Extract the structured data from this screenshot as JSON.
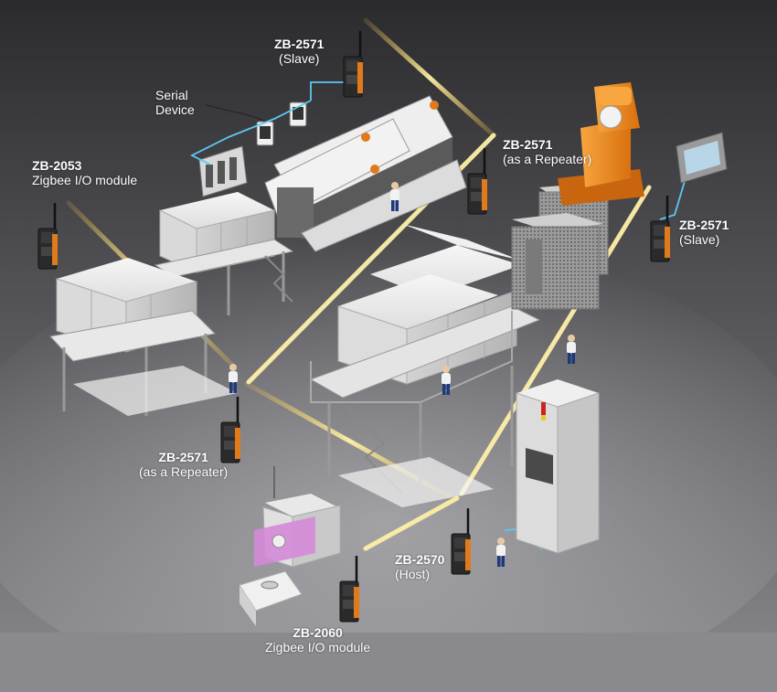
{
  "labels": {
    "zb2571_slave_top": {
      "model": "ZB-2571",
      "role": "(Slave)"
    },
    "serial_device": {
      "line1": "Serial",
      "line2": "Device"
    },
    "zb2571_repeater_right": {
      "model": "ZB-2571",
      "role": "(as a Repeater)"
    },
    "zb2053": {
      "model": "ZB-2053",
      "role": "Zigbee I/O module"
    },
    "zb2571_slave_right": {
      "model": "ZB-2571",
      "role": "(Slave)"
    },
    "zb2571_repeater_left": {
      "model": "ZB-2571",
      "role": "(as a Repeater)"
    },
    "zb2570_host": {
      "model": "ZB-2570",
      "role": "(Host)"
    },
    "zb2060": {
      "model": "ZB-2060",
      "role": "Zigbee I/O module"
    }
  },
  "colors": {
    "background_top": "#2b2b2e",
    "background_bottom": "#8a8a8e",
    "signal_beam": "#f4c542",
    "cable": "#5bc8f0",
    "robot_orange": "#f08a1c",
    "machine_pink": "#d58ad8",
    "device_dark": "#2a2a2a",
    "device_orange": "#e07a1a"
  },
  "icons": [
    "antenna-icon",
    "robot-arm-icon",
    "worker-icon",
    "hmi-panel-icon",
    "signal-light-icon"
  ]
}
